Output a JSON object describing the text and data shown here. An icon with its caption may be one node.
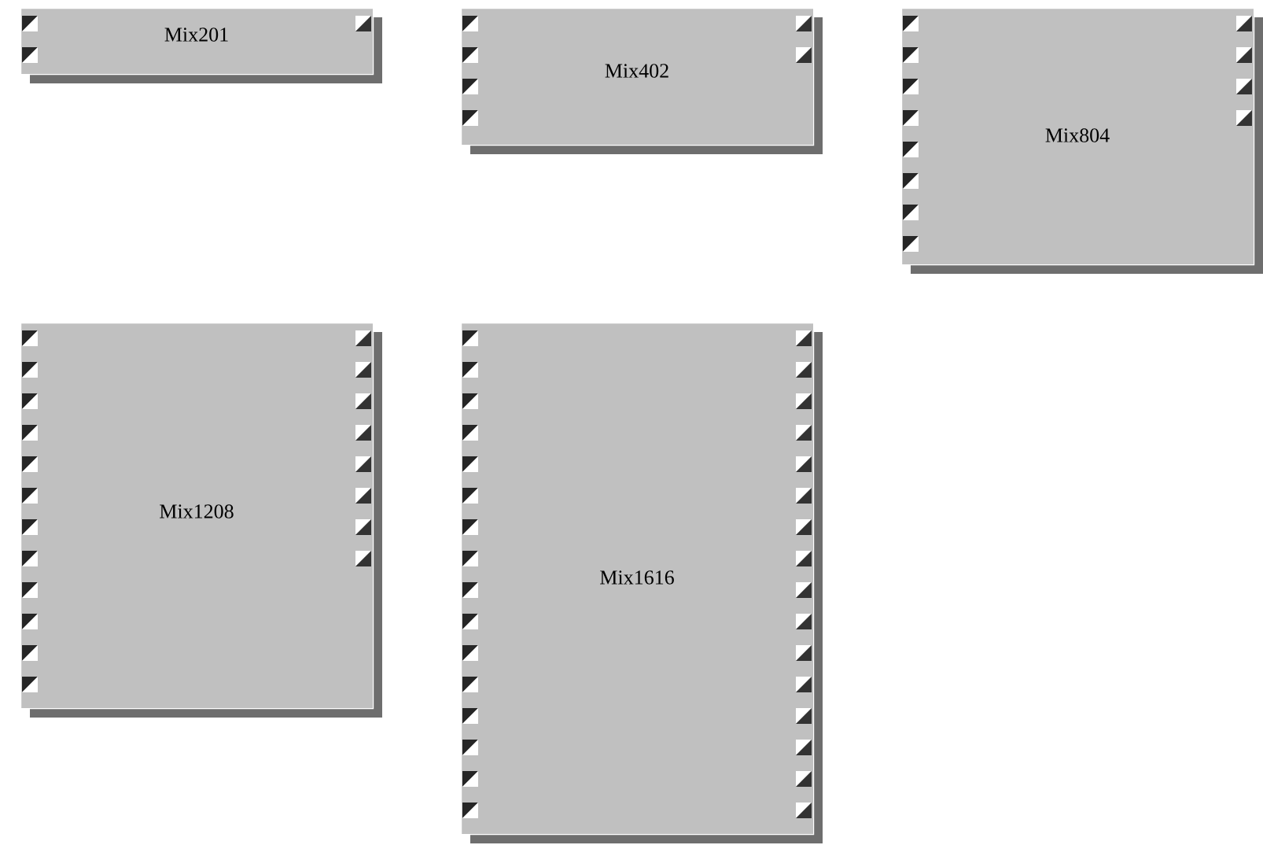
{
  "diagram": {
    "nodes": [
      {
        "text": [
          "Mix201"
        ]
      },
      {
        "text": [
          "Mix402"
        ]
      },
      {
        "text": [
          "Mix804"
        ]
      },
      {
        "text": [
          "Mix1208"
        ]
      },
      {
        "text": [
          "Mix1616"
        ]
      }
    ]
  }
}
